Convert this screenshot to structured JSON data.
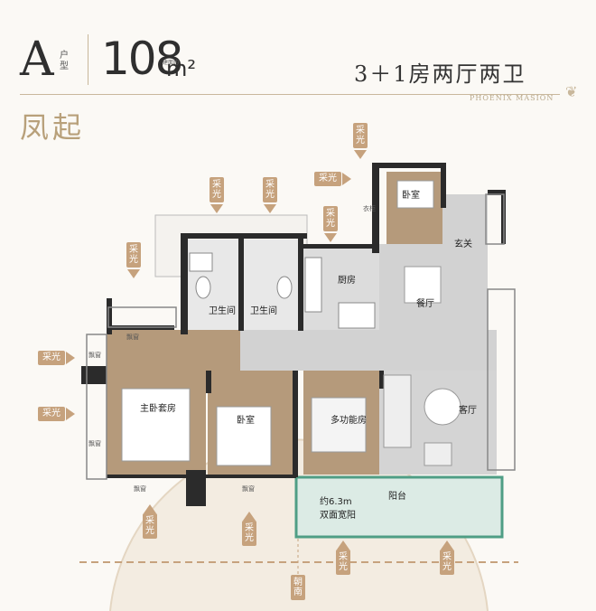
{
  "header": {
    "type_letter": "A",
    "type_sub": "户型",
    "area_value": "108",
    "area_note": "建面约",
    "area_unit": "m²",
    "layout": "3＋1房两厅两卫",
    "brand": "PHOENIX MASION",
    "name": "凤起"
  },
  "rooms": {
    "bedroom_top": "卧室",
    "bedroom_mid": "卧室",
    "master": "主卧套房",
    "bath1": "卫生间",
    "bath2": "卫生间",
    "kitchen": "厨房",
    "entrance": "玄关",
    "dining": "餐厅",
    "multi": "多功能房",
    "living": "客厅",
    "balcony": "阳台",
    "wardrobe": "衣柜",
    "bay1": "飘窗",
    "bay2": "飘窗",
    "bay3": "飘窗",
    "bay4": "飘窗",
    "bay5": "飘窗"
  },
  "balcony_note": [
    "约6.3m",
    "双面宽阳"
  ],
  "daylight_label": "采光",
  "orientation_label": "朝南",
  "bottom_text": "...",
  "colors": {
    "accent": "#c6a27d",
    "wall": "#2b2b2b",
    "wood": "#b59a7b",
    "tile": "#cfcfcf",
    "balcony": "#4f9e85"
  }
}
